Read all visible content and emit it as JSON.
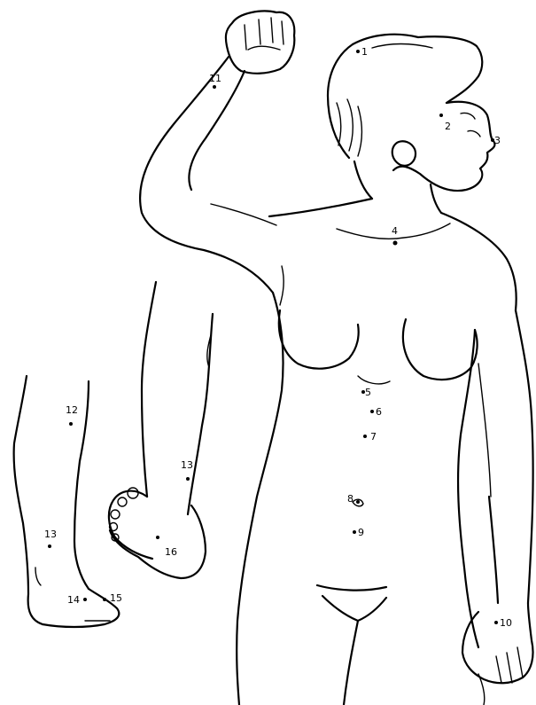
{
  "diagram": {
    "line_color": "#000000",
    "background": "#ffffff",
    "points": [
      {
        "id": "p1",
        "label": "1"
      },
      {
        "id": "p2",
        "label": "2"
      },
      {
        "id": "p3",
        "label": "3"
      },
      {
        "id": "p4",
        "label": "4"
      },
      {
        "id": "p5",
        "label": "5"
      },
      {
        "id": "p6",
        "label": "6"
      },
      {
        "id": "p7",
        "label": "7"
      },
      {
        "id": "p8",
        "label": "8"
      },
      {
        "id": "p9",
        "label": "9"
      },
      {
        "id": "p10",
        "label": "10"
      },
      {
        "id": "p11",
        "label": "11"
      },
      {
        "id": "p12",
        "label": "12"
      },
      {
        "id": "p13",
        "label": "13"
      },
      {
        "id": "p13b",
        "label": "13"
      },
      {
        "id": "p14",
        "label": "14"
      },
      {
        "id": "p15",
        "label": "15"
      },
      {
        "id": "p16",
        "label": "16"
      }
    ]
  }
}
